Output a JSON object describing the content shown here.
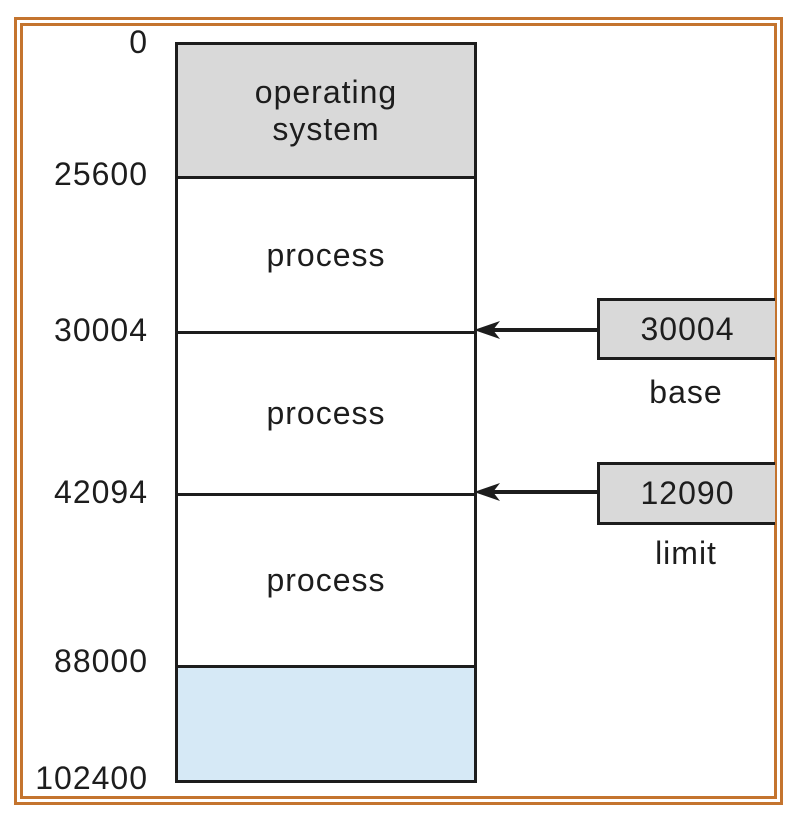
{
  "memory": {
    "addresses": [
      "0",
      "25600",
      "30004",
      "42094",
      "88000",
      "102400"
    ],
    "segments": [
      {
        "label": "operating\nsystem",
        "start_address": "0",
        "fill": "#d9d9d9"
      },
      {
        "label": "process",
        "start_address": "25600",
        "fill": "#ffffff"
      },
      {
        "label": "process",
        "start_address": "30004",
        "fill": "#ffffff"
      },
      {
        "label": "process",
        "start_address": "42094",
        "fill": "#ffffff"
      },
      {
        "label": "",
        "start_address": "88000",
        "fill": "#d6e9f6"
      }
    ],
    "end_address": "102400"
  },
  "registers": {
    "base": {
      "value": "30004",
      "label": "base",
      "points_to_address": "30004"
    },
    "limit": {
      "value": "12090",
      "label": "limit",
      "points_to_address": "42094"
    }
  },
  "colors": {
    "frame_orange": "#c4742e",
    "segment_gray": "#d9d9d9",
    "free_space_blue": "#d6e9f6",
    "line_black": "#1d1d1d",
    "background": "#ffffff"
  }
}
